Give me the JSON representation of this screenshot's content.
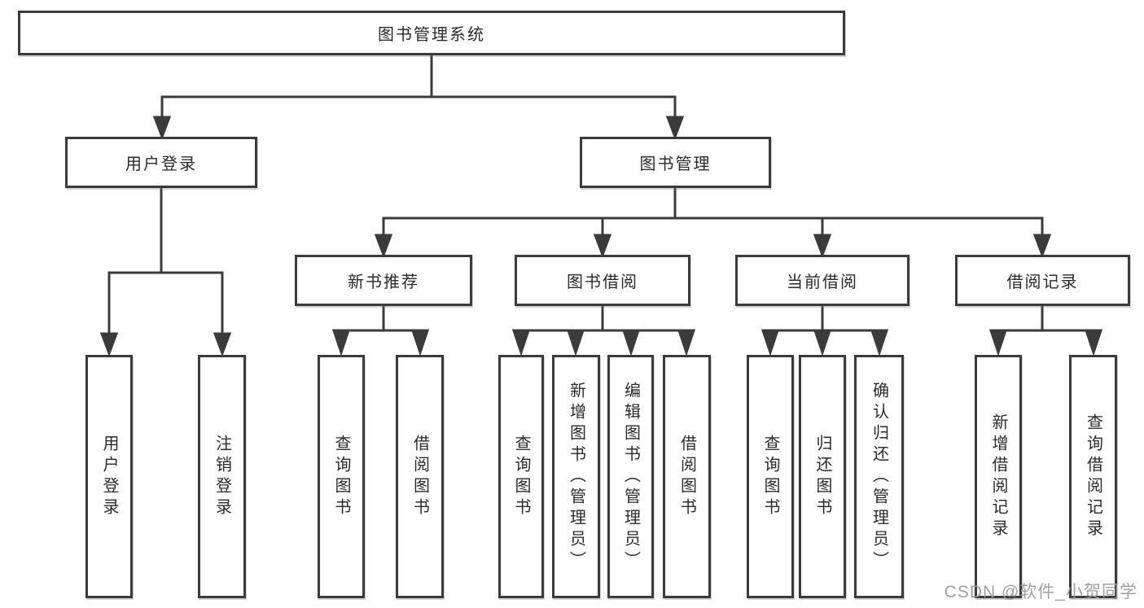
{
  "diagram": {
    "watermark": "CSDN @软件_小贺同学",
    "colors": {
      "line": "#3b3b3b",
      "box_border": "#3b3b3b",
      "text": "#2b2b2b",
      "watermark": "#9b9b9b",
      "background": "#ffffff"
    },
    "tree": {
      "label": "图书管理系统",
      "children": [
        {
          "label": "用户登录",
          "children": [
            {
              "label": "用户登录"
            },
            {
              "label": "注销登录"
            }
          ]
        },
        {
          "label": "图书管理",
          "children": [
            {
              "label": "新书推荐",
              "children": [
                {
                  "label": "查询图书"
                },
                {
                  "label": "借阅图书"
                }
              ]
            },
            {
              "label": "图书借阅",
              "children": [
                {
                  "label": "查询图书"
                },
                {
                  "label": "新增图书（管理员）"
                },
                {
                  "label": "编辑图书（管理员）"
                },
                {
                  "label": "借阅图书"
                }
              ]
            },
            {
              "label": "当前借阅",
              "children": [
                {
                  "label": "查询图书"
                },
                {
                  "label": "归还图书"
                },
                {
                  "label": "确认归还（管理员）"
                }
              ]
            },
            {
              "label": "借阅记录",
              "children": [
                {
                  "label": "新增借阅记录"
                },
                {
                  "label": "查询借阅记录"
                }
              ]
            }
          ]
        }
      ]
    }
  }
}
